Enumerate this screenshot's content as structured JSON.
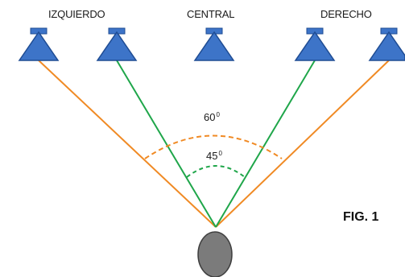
{
  "labels": {
    "left": "IZQUIERDO",
    "center": "CENTRAL",
    "right": "DERECHO"
  },
  "angles": {
    "outer_value": "60",
    "outer_unit": "0",
    "inner_value": "45",
    "inner_unit": "0"
  },
  "figure_label": "FIG. 1",
  "colors": {
    "speaker_fill": "#3d74c8",
    "speaker_stroke": "#1f4c93",
    "outer_lines": "#f08a24",
    "inner_lines": "#1fa64a",
    "listener_fill": "#7b7b7b"
  }
}
